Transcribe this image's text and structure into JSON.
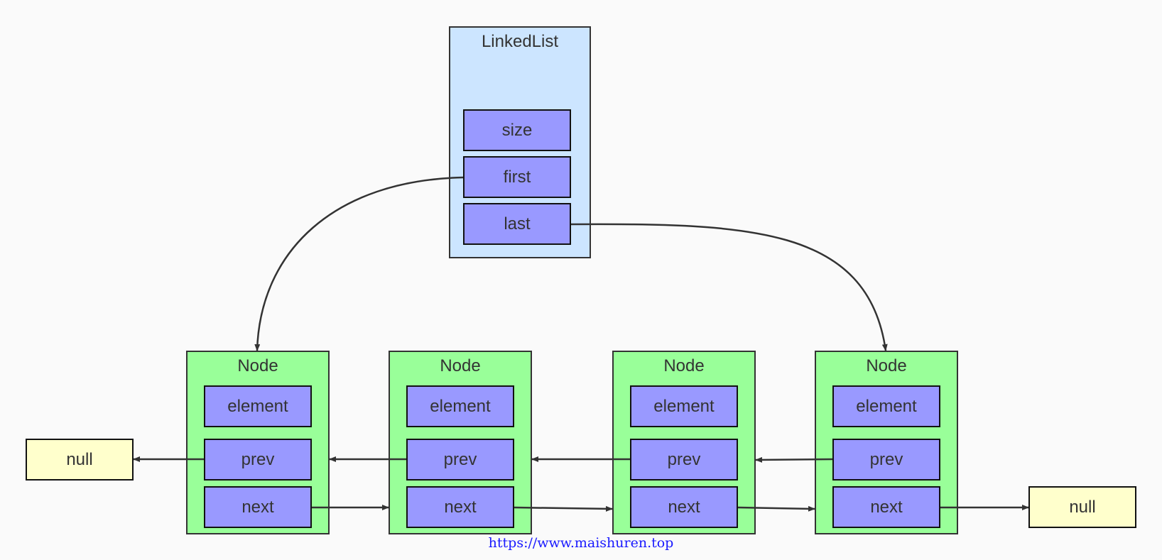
{
  "linked_list": {
    "title": "LinkedList",
    "fields": {
      "size": "size",
      "first": "first",
      "last": "last"
    }
  },
  "nodes": [
    {
      "title": "Node",
      "element": "element",
      "prev": "prev",
      "next": "next"
    },
    {
      "title": "Node",
      "element": "element",
      "prev": "prev",
      "next": "next"
    },
    {
      "title": "Node",
      "element": "element",
      "prev": "prev",
      "next": "next"
    },
    {
      "title": "Node",
      "element": "element",
      "prev": "prev",
      "next": "next"
    }
  ],
  "null_left": "null",
  "null_right": "null",
  "footer_url": "https://www.maishuren.top",
  "colors": {
    "linkedlist_fill": "#cce5ff",
    "node_fill": "#99ff99",
    "field_fill": "#9999ff",
    "null_fill": "#ffffcc",
    "edge": "#333333",
    "link_text": "#1a1aff"
  }
}
